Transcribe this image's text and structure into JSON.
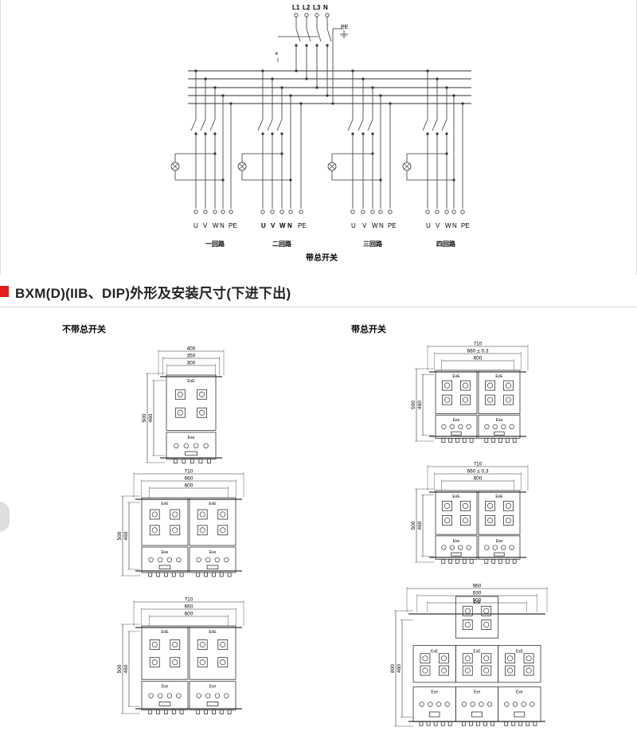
{
  "wiring_diagram": {
    "phase_labels": [
      "L1",
      "L2",
      "L3",
      "N"
    ],
    "pe_label": "PE",
    "switch_mark": "×",
    "circuits": [
      {
        "name": "一回路",
        "terminals": [
          "U",
          "V",
          "W",
          "N",
          "PE"
        ],
        "bold_terminals": false
      },
      {
        "name": "二回路",
        "terminals": [
          "U",
          "V",
          "W",
          "N",
          "PE"
        ],
        "bold_terminals": true
      },
      {
        "name": "三回路",
        "terminals": [
          "U",
          "V",
          "W",
          "N",
          "PE"
        ],
        "bold_terminals": false
      },
      {
        "name": "四回路",
        "terminals": [
          "U",
          "V",
          "W",
          "N",
          "PE"
        ],
        "bold_terminals": false
      }
    ],
    "caption": "带总开关"
  },
  "section": {
    "title": "BXM(D)(IIB、DIP)外形及安装尺寸(下进下出)",
    "accent_color": "#e31c1c"
  },
  "drawings": {
    "left_heading": "不带总开关",
    "right_heading": "带总开关",
    "panels": [
      {
        "id": "L1",
        "widths": [
          "400",
          "350",
          "300"
        ],
        "heights": [
          "500",
          "460"
        ],
        "layout": "single"
      },
      {
        "id": "L2",
        "widths": [
          "710",
          "660",
          "600"
        ],
        "heights": [
          "500",
          "460"
        ],
        "layout": "double"
      },
      {
        "id": "L3",
        "widths": [
          "710",
          "660",
          "600"
        ],
        "heights": [
          "500",
          "460"
        ],
        "layout": "double"
      },
      {
        "id": "R1",
        "widths": [
          "710",
          "660 ± 0.3",
          "600"
        ],
        "heights": [
          "500",
          "460"
        ],
        "layout": "double"
      },
      {
        "id": "R2",
        "widths": [
          "710",
          "660 ± 0.3",
          "600"
        ],
        "heights": [
          "500",
          "460"
        ],
        "layout": "double"
      },
      {
        "id": "R3",
        "widths": [
          "960",
          "930",
          "900"
        ],
        "heights": [
          "800",
          "460"
        ],
        "layout": "cross"
      }
    ],
    "plate_labels": [
      "ExE",
      "Exe"
    ]
  },
  "icons": [
    "lamp-icon",
    "switch-icon",
    "ground-icon",
    "nav-arrow-icon"
  ]
}
